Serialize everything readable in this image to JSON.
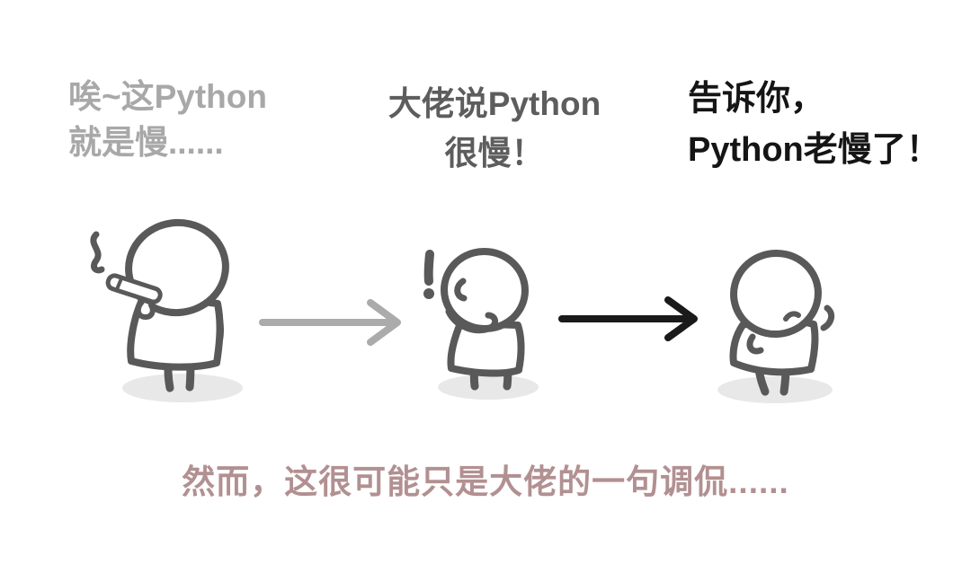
{
  "colors": {
    "background": "#ffffff",
    "figure_stroke": "#595959",
    "shadow": "#e8e8e8",
    "arrow_light": "#ababab",
    "arrow_dark": "#1a1a1a",
    "caption_gray": "#a8a8a8",
    "caption_mid": "#5d5d5d",
    "caption_black": "#151515",
    "footer_rose": "#b29091"
  },
  "captions": {
    "smoker": {
      "line1": "唉~这Python",
      "line2": "就是慢......"
    },
    "reporter": {
      "line1": "大佬说Python",
      "line2": "很慢！"
    },
    "teller": {
      "line1": "告诉你，",
      "line2": "Python老慢了！"
    },
    "footer": "然而，这很可能只是大佬的一句调侃......"
  },
  "icons": {
    "smoker_figure": "person-smoking-cigarette",
    "smoke": "smoke-wisp",
    "cigarette": "cigarette",
    "exclamation": "exclamation-mark",
    "reporter_figure": "person-hand-over-mouth-surprised",
    "teller_figure": "person-explaining-hand-raised",
    "arrow_first": "right-arrow-gray",
    "arrow_second": "right-arrow-black"
  }
}
